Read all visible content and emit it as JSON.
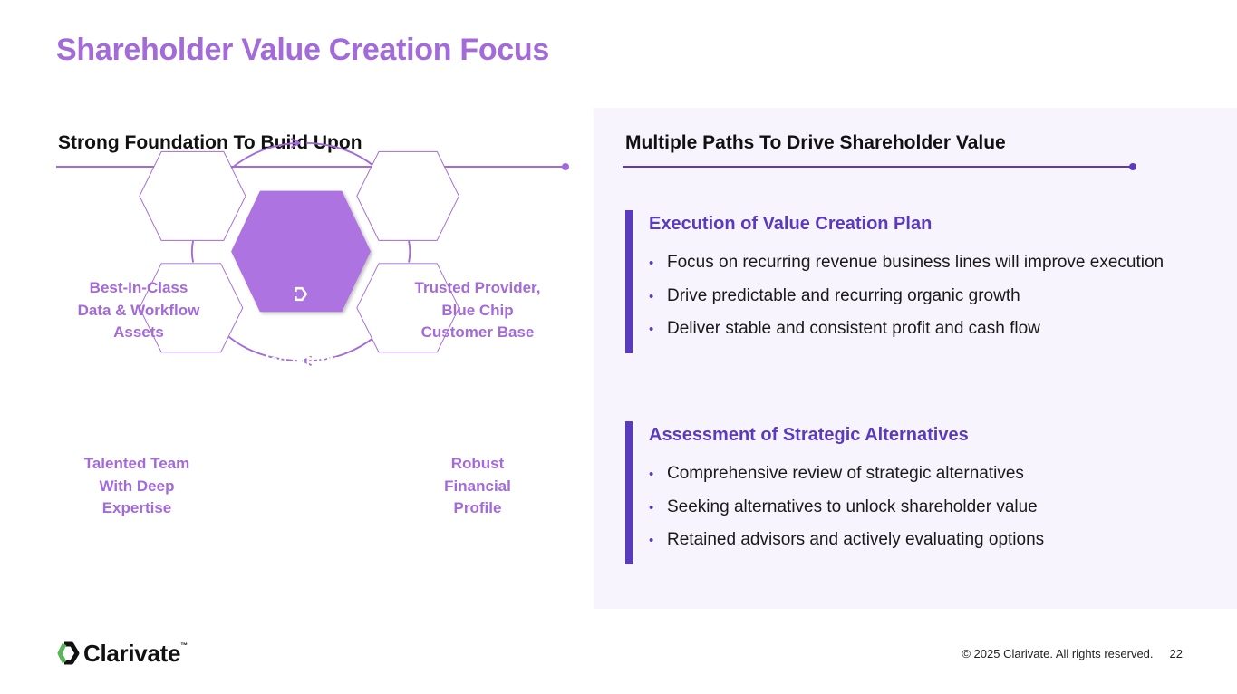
{
  "title": "Shareholder Value Creation Focus",
  "left": {
    "heading": "Strong Foundation To Build Upon",
    "hexes": {
      "top_left": [
        "Best-In-Class",
        "Data & Workflow",
        "Assets"
      ],
      "top_right": [
        "Trusted Provider,",
        "Blue Chip",
        "Customer Base"
      ],
      "bottom_left": [
        "Talented Team",
        "With Deep",
        "Expertise"
      ],
      "bottom_right": [
        "Robust",
        "Financial",
        "Profile"
      ],
      "center": [
        "Scaled Information",
        "Services Provider",
        "Across The Innovation",
        "Value Chain"
      ]
    }
  },
  "right": {
    "heading": "Multiple Paths To Drive Shareholder Value",
    "blocks": [
      {
        "title": "Execution of Value Creation Plan",
        "bullets": [
          "Focus on recurring revenue business lines will improve execution",
          "Drive predictable and recurring organic growth",
          "Deliver stable and consistent profit and cash flow"
        ]
      },
      {
        "title": "Assessment of Strategic Alternatives",
        "bullets": [
          "Comprehensive review of strategic alternatives",
          "Seeking alternatives to unlock shareholder value",
          "Retained advisors and actively evaluating options"
        ]
      }
    ]
  },
  "footer": {
    "logo_text": "Clarivate",
    "trademark": "™",
    "copyright": "© 2025 Clarivate. All rights reserved.",
    "page_number": "22"
  },
  "colors": {
    "accent_light": "#a36ad9",
    "accent_dark": "#5b3bbd",
    "center_hex": "#ad73e0",
    "panel_bg": "#f8f4fd"
  },
  "icons": {
    "center_hex": "clarivate-mark-icon",
    "logo": "clarivate-logo-icon"
  }
}
